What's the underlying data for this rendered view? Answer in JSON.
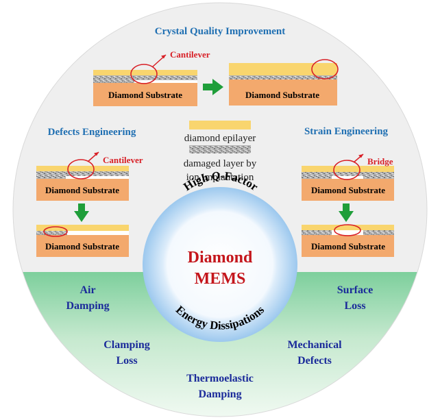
{
  "top": {
    "title": "Crystal Quality Improvement",
    "cantilever_label": "Cantilever",
    "substrate": "Diamond Substrate"
  },
  "left": {
    "title": "Defects Engineering",
    "cantilever_label": "Cantilever",
    "substrate": "Diamond Substrate"
  },
  "right": {
    "title": "Strain Engineering",
    "bridge_label": "Bridge",
    "substrate": "Diamond Substrate"
  },
  "legend": {
    "epilayer": "diamond epilayer",
    "damaged_line1": "damaged layer by",
    "damaged_line2": "ion implantation"
  },
  "center": {
    "ring_top": "High Q-Factor",
    "ring_top_pre": "High ",
    "ring_top_q": "Q",
    "ring_top_post": "-Factor",
    "ring_bottom": "Energy Dissipations",
    "title_line1": "Diamond",
    "title_line2": "MEMS"
  },
  "dissipation": {
    "air_line1": "Air",
    "air_line2": "Damping",
    "clamp_line1": "Clamping",
    "clamp_line2": "Loss",
    "thermo_line1": "Thermoelastic",
    "thermo_line2": "Damping",
    "surface_line1": "Surface",
    "surface_line2": "Loss",
    "mech_line1": "Mechanical",
    "mech_line2": "Defects"
  },
  "colors": {
    "substrate": "#f3a96d",
    "epilayer": "#f9d56e",
    "arrow_green": "#1f9e3a",
    "title_blue": "#1f6fb2",
    "text_navy": "#1a2a9a",
    "accent_red": "#d81f26"
  }
}
